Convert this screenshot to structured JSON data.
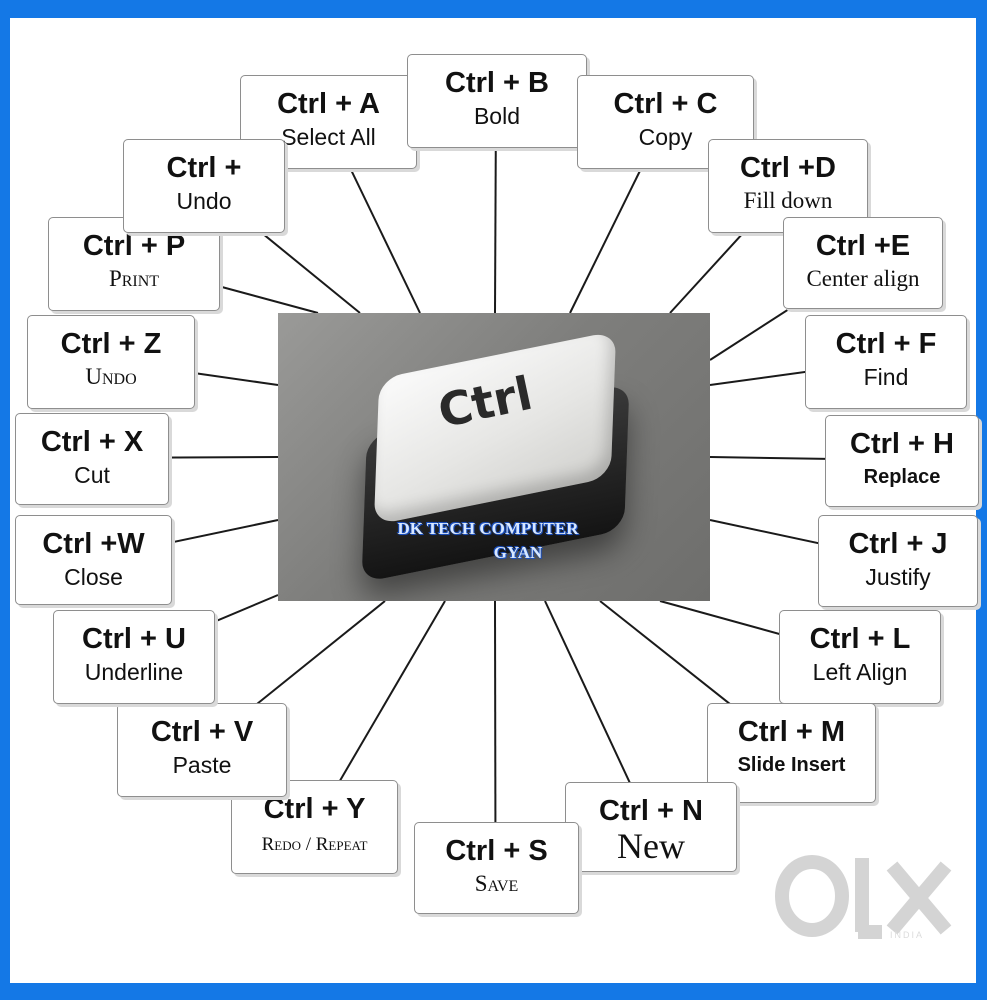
{
  "center": {
    "key_label": "Ctrl",
    "watermark_line1": "DK TECH COMPUTER",
    "watermark_line2": "GYAN"
  },
  "shortcuts": [
    {
      "key": "Ctrl + A",
      "action": "Select All"
    },
    {
      "key": "Ctrl + B",
      "action": "Bold"
    },
    {
      "key": "Ctrl + C",
      "action": "Copy"
    },
    {
      "key": "Ctrl +D",
      "action": "Fill down"
    },
    {
      "key": "Ctrl +E",
      "action": "Center align"
    },
    {
      "key": "Ctrl + F",
      "action": "Find"
    },
    {
      "key": "Ctrl + H",
      "action": "Replace"
    },
    {
      "key": "Ctrl + J",
      "action": "Justify"
    },
    {
      "key": "Ctrl + L",
      "action": "Left Align"
    },
    {
      "key": "Ctrl + M",
      "action": "Slide Insert"
    },
    {
      "key": "Ctrl + N",
      "action": "New"
    },
    {
      "key": "Ctrl + S",
      "action": "Save"
    },
    {
      "key": "Ctrl + Y",
      "action": "Redo / Repeat"
    },
    {
      "key": "Ctrl + V",
      "action": "Paste"
    },
    {
      "key": "Ctrl + U",
      "action": "Underline"
    },
    {
      "key": "Ctrl +W",
      "action": "Close"
    },
    {
      "key": "Ctrl + X",
      "action": "Cut"
    },
    {
      "key": "Ctrl + Z",
      "action": "Undo"
    },
    {
      "key": "Ctrl + P",
      "action": "Print"
    },
    {
      "key": "Ctrl +",
      "action": "Undo"
    }
  ],
  "logo": {
    "text": "OLX",
    "sub": "INDIA"
  }
}
